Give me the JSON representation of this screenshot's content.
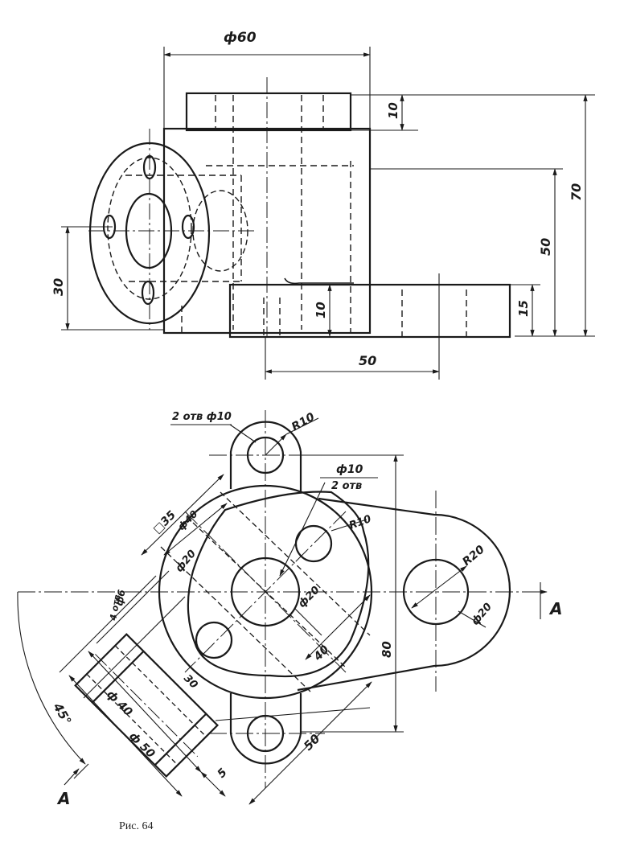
{
  "caption": "Рис. 64",
  "colors": {
    "ink": "#1a1a1a",
    "paper": "#ffffff"
  },
  "front_view": {
    "dims": {
      "phi60": "ф60",
      "d10_top": "10",
      "d70": "70",
      "d50_right": "50",
      "d15": "15",
      "d10_mid": "10",
      "d30": "30",
      "d50_bottom": "50"
    }
  },
  "top_view": {
    "dims": {
      "holes_2x10": "2 отв ф10",
      "r10_top": "R10",
      "phi10": "ф10",
      "holes_2": "2 отв",
      "sq35": "□35",
      "phi40_inner": "ф40",
      "r10_mid": "R10",
      "phi20_left": "ф20",
      "phi20_center": "ф20",
      "r20": "R20",
      "phi20_right": "ф20",
      "phi6": "ф6",
      "holes_4": "4 отв",
      "d30_diag": "30",
      "d40_diag": "40",
      "d80": "80",
      "phi40_lower": "ф 40",
      "phi50_lower": "ф 50",
      "d50_diag": "50",
      "d5": "5",
      "angle45": "45°",
      "section_a_right": "А",
      "section_a_left": "А"
    }
  }
}
